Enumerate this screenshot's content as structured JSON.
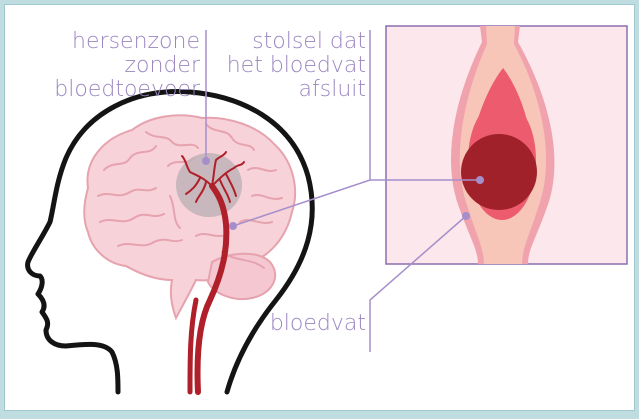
{
  "labels": {
    "brain_zone": [
      "hersenzone",
      "zonder",
      "bloedtoevoer"
    ],
    "clot": [
      "stolsel dat",
      "het bloedvat",
      "afsluit"
    ],
    "vessel": "bloedvat"
  },
  "colors": {
    "background": "#bfdce0",
    "label": "#9b86c0",
    "leader_line": "#a58fcb",
    "brain_fill": "#f7d2d9",
    "brain_stroke": "#e6a3ae",
    "artery": "#b0202a",
    "zone": "#bfb3b6",
    "clot": "#a02129",
    "inset_fill": "#fbe7ec",
    "inset_border": "#8c6fb0",
    "vessel_outer": "#f1a3ad",
    "vessel_inner": "#f7c6b8",
    "blood_pool": "#ec5b6e"
  }
}
